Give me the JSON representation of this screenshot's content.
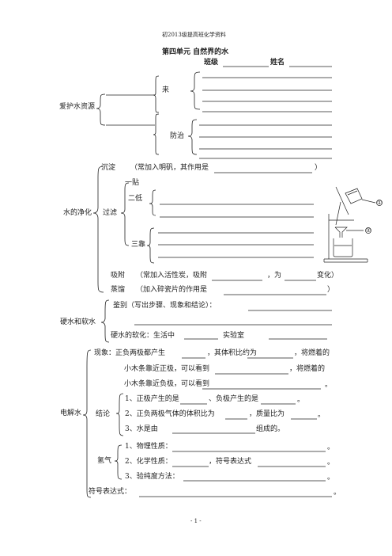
{
  "header": "初2013级提高班化学资料",
  "title": "第四单元    自然界的水",
  "class_label": "班级",
  "name_label": "姓名",
  "sec1": {
    "label": "爱护水资源",
    "laiyuan": "来",
    "fangzhi": "防治"
  },
  "sec2": {
    "label": "水的净化",
    "chendian": "沉淀",
    "chendian_note": "（常加入明矾，其作用是",
    "close_paren": "）",
    "guolv": "过滤",
    "yitie": "一贴",
    "erdi": "二低",
    "sankao": "三靠",
    "xifu": "吸附",
    "xifu_note": "（常加入活性炭，吸附",
    "xifu_wei": "，为",
    "xifu_end": "变化）",
    "zhengliu": "蒸馏",
    "zhengliu_note": "（加入碎瓷片的作用是",
    "callout_1": "①",
    "callout_2": "②"
  },
  "sec3": {
    "label": "硬水和软水",
    "jianbie": "鉴别（写出步骤、现象和结论）：",
    "ruanhua": "硬水的软化：生活中",
    "shiyanshi": "实验室"
  },
  "sec4": {
    "label": "电解水",
    "xianxiang1": "现象：正负两极都产生",
    "xianxiang1b": "，其体积比约为",
    "xianxiang1c": "，将燃着的",
    "xianxiang2": "小木条靠近正极，可以看到",
    "xianxiang2b": "，将燃着的",
    "xianxiang3": "小木条靠近负极，可以看到",
    "period": "。",
    "jielun": "结论",
    "j1": "1、正极产生的是",
    "j1b": "、负极产生的是",
    "j2": "2、正负两极气体的体积比为",
    "j2b": "，质量比为",
    "j3": "3、水是由",
    "j3b": "组成的。",
    "qingqi": "氢气",
    "q1": "1、物理性质：",
    "q2": "2、化学性质：",
    "q2b": "，符号表达式",
    "q3": "3、验纯度方法：",
    "fuhao": "符号表达式："
  },
  "footer": "- 1 -"
}
